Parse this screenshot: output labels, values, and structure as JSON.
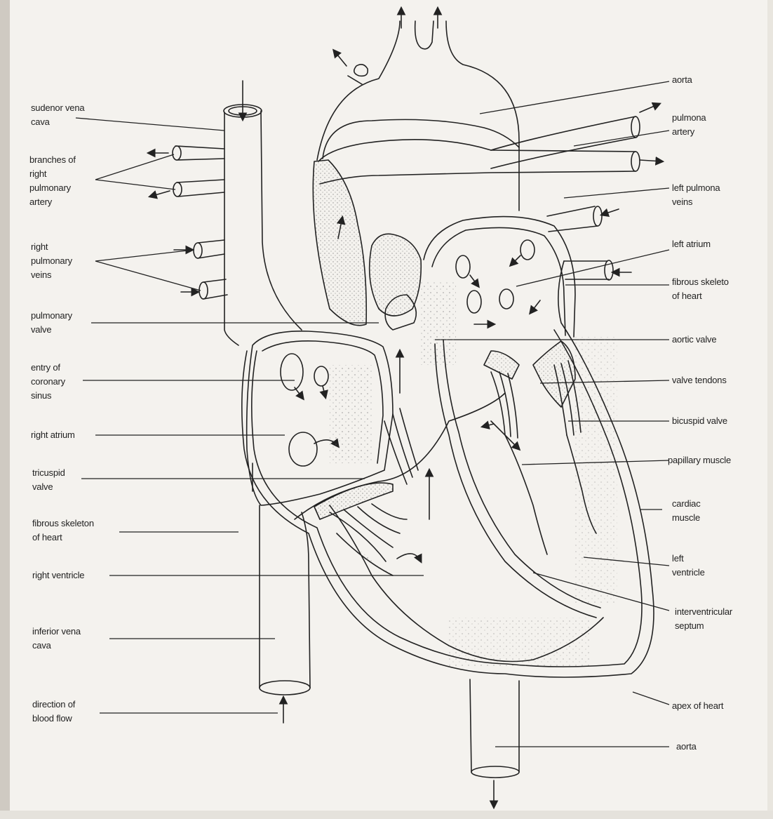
{
  "left_labels": [
    {
      "id": "superior-vena-cava",
      "text": "sudenor vena\ncava"
    },
    {
      "id": "branches-right-pulmonary-artery",
      "text": "branches of\nright\npulmonary\nartery"
    },
    {
      "id": "right-pulmonary-veins",
      "text": "right\npulmonary\nveins"
    },
    {
      "id": "pulmonary-valve",
      "text": "pulmonary\nvalve"
    },
    {
      "id": "entry-coronary-sinus",
      "text": "entry of\ncoronary\nsinus"
    },
    {
      "id": "right-atrium",
      "text": "right atrium"
    },
    {
      "id": "tricuspid-valve",
      "text": "tricuspid\nvalve"
    },
    {
      "id": "fibrous-skeleton-left",
      "text": "fibrous skeleton\nof heart"
    },
    {
      "id": "right-ventricle",
      "text": "right ventricle"
    },
    {
      "id": "inferior-vena-cava",
      "text": "inferior vena\ncava"
    },
    {
      "id": "direction-blood-flow",
      "text": "direction of\nblood flow"
    }
  ],
  "right_labels": [
    {
      "id": "aorta-top",
      "text": "aorta"
    },
    {
      "id": "pulmonary-artery",
      "text": "pulmona\nartery"
    },
    {
      "id": "left-pulmonary-veins",
      "text": "left pulmona\nveins"
    },
    {
      "id": "left-atrium",
      "text": "left atrium"
    },
    {
      "id": "fibrous-skeleton-right",
      "text": "fibrous skeleto\nof heart"
    },
    {
      "id": "aortic-valve",
      "text": "aortic valve"
    },
    {
      "id": "valve-tendons",
      "text": "valve tendons"
    },
    {
      "id": "bicuspid-valve",
      "text": "bicuspid valve"
    },
    {
      "id": "papillary-muscle",
      "text": "papillary muscle"
    },
    {
      "id": "cardiac-muscle",
      "text": "cardiac\nmuscle"
    },
    {
      "id": "left-ventricle",
      "text": "left\nventricle"
    },
    {
      "id": "interventricular-septum",
      "text": "interventricular\nseptum"
    },
    {
      "id": "apex-of-heart",
      "text": "apex of heart"
    },
    {
      "id": "aorta-bottom",
      "text": "aorta"
    }
  ]
}
